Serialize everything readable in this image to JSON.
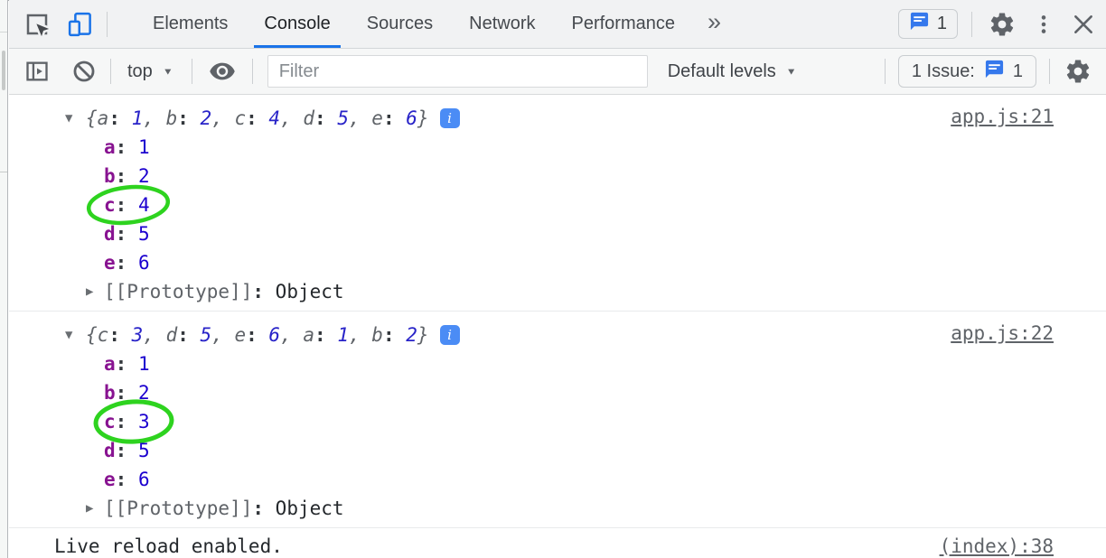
{
  "colors": {
    "accent_blue": "#1a73e8",
    "icon_blue": "#3578ec",
    "badge_blue": "#4b8cf5",
    "key_purple": "#881391",
    "number_blue": "#1c00cf",
    "annotation_green": "#2ed31f",
    "link_gray": "#5f6368"
  },
  "icons": {
    "inspect-icon": "cursor-in-box",
    "device-toolbar-icon": "phone-and-tablet",
    "messages-icon": "chat-bubble",
    "settings-gear-icon": "gear",
    "more-menu-icon": "vertical-dots",
    "close-icon": "x",
    "console-sidebar-icon": "panel-with-play-triangle",
    "clear-console-icon": "circle-with-slash",
    "live-expression-icon": "eye",
    "expand-icon": "triangle",
    "info-icon": "italic-i-badge"
  },
  "tabs_bar": {
    "tabs": [
      {
        "label": "Elements",
        "active": false
      },
      {
        "label": "Console",
        "active": true
      },
      {
        "label": "Sources",
        "active": false
      },
      {
        "label": "Network",
        "active": false
      },
      {
        "label": "Performance",
        "active": false
      }
    ],
    "more_tabs_label": "»",
    "messages_count": "1"
  },
  "console_toolbar": {
    "context_label": "top",
    "filter_placeholder": "Filter",
    "levels_label": "Default levels",
    "issues_label": "1 Issue:",
    "issues_count": "1"
  },
  "console": {
    "messages": [
      {
        "type": "object",
        "preview_pairs": [
          [
            "a",
            "1"
          ],
          [
            "b",
            "2"
          ],
          [
            "c",
            "4"
          ],
          [
            "d",
            "5"
          ],
          [
            "e",
            "6"
          ]
        ],
        "has_info_badge": true,
        "source_link": "app.js:21",
        "properties": [
          [
            "a",
            "1"
          ],
          [
            "b",
            "2"
          ],
          [
            "c",
            "4"
          ],
          [
            "d",
            "5"
          ],
          [
            "e",
            "6"
          ]
        ],
        "annotated_key": "c",
        "prototype_label": "[[Prototype]]",
        "prototype_value": "Object"
      },
      {
        "type": "object",
        "preview_pairs": [
          [
            "c",
            "3"
          ],
          [
            "d",
            "5"
          ],
          [
            "e",
            "6"
          ],
          [
            "a",
            "1"
          ],
          [
            "b",
            "2"
          ]
        ],
        "has_info_badge": true,
        "source_link": "app.js:22",
        "properties": [
          [
            "a",
            "1"
          ],
          [
            "b",
            "2"
          ],
          [
            "c",
            "3"
          ],
          [
            "d",
            "5"
          ],
          [
            "e",
            "6"
          ]
        ],
        "annotated_key": "c",
        "prototype_label": "[[Prototype]]",
        "prototype_value": "Object"
      },
      {
        "type": "text",
        "text": "Live reload enabled.",
        "source_link": "(index):38"
      }
    ]
  }
}
